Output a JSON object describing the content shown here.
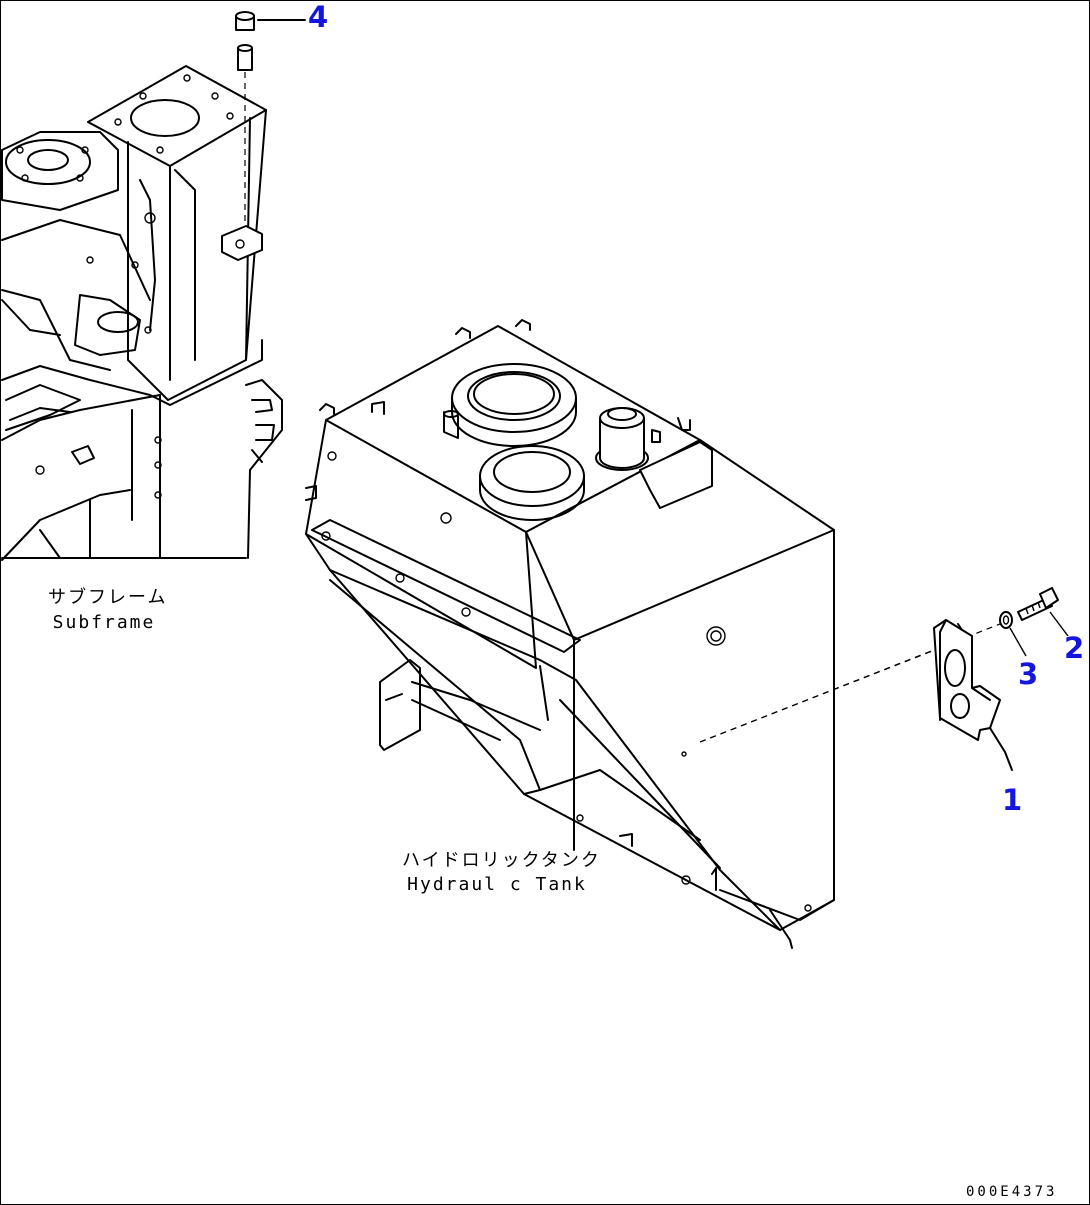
{
  "drawing_code": "000E4373",
  "labels": {
    "subframe_jp": "サブフレーム",
    "subframe_en": "Subframe",
    "tank_jp": "ハイドロリックタンク",
    "tank_en": "Hydraul c Tank"
  },
  "callouts": [
    {
      "id": "1",
      "color": "#1515e0"
    },
    {
      "id": "2",
      "color": "#1515e0"
    },
    {
      "id": "3",
      "color": "#1515e0"
    },
    {
      "id": "4",
      "color": "#1515e0"
    }
  ],
  "colors": {
    "callout": "#1515e0",
    "line": "#000000",
    "background": "#ffffff"
  }
}
